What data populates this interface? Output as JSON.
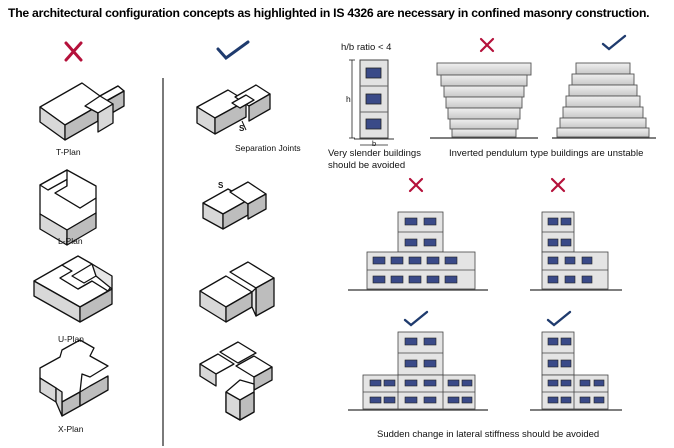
{
  "title": "The architectural configuration concepts as highlighted in  IS 4326 are necessary in confined masonry construction.",
  "plans": [
    {
      "label": "T-Plan"
    },
    {
      "label": "L-Plan"
    },
    {
      "label": "U-Plan"
    },
    {
      "label": "X-Plan"
    }
  ],
  "separation": {
    "label": "Separation Joints",
    "marker": "S"
  },
  "slender": {
    "ratio_label": "h/b  ratio < 4",
    "h_label": "h",
    "b_label": "b",
    "caption_line1": "Very slender buildings",
    "caption_line2": "should be avoided"
  },
  "pendulum": {
    "caption": "Inverted pendulum type buildings are unstable"
  },
  "stiffness": {
    "caption": "Sudden change in lateral stiffness should be avoided"
  },
  "colors": {
    "cross": "#b5113b",
    "check": "#1f3b6e",
    "window": "#3a4a88"
  }
}
